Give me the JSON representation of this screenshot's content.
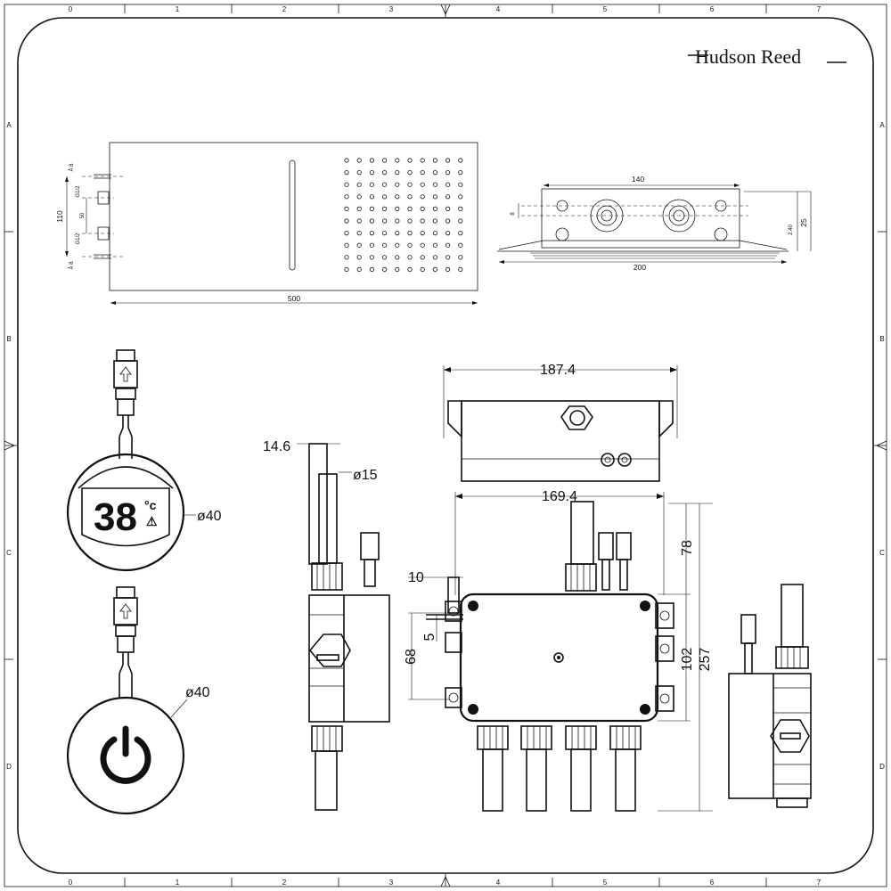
{
  "brand": {
    "name": "Hudson Reed"
  },
  "grid": {
    "top_numbers": [
      "0",
      "1",
      "2",
      "3",
      "4",
      "5",
      "6",
      "7"
    ],
    "bottom_numbers": [
      "0",
      "1",
      "2",
      "3",
      "4",
      "5",
      "6",
      "7"
    ],
    "left_letters": [
      "A",
      "B",
      "C",
      "D"
    ],
    "right_letters": [
      "A",
      "B",
      "C",
      "D"
    ]
  },
  "shower_head": {
    "width_dim": "500",
    "height_dim": "110",
    "inlet_spacing": "50",
    "left_labels": [
      "Å 8",
      "G1/2",
      "G1/2",
      "Å 8"
    ]
  },
  "shower_side": {
    "top_dim": "140",
    "bottom_dim": "200",
    "dim_8": "8",
    "dim_240": "2.40",
    "dim_25": "25"
  },
  "temp_controller": {
    "display": "38",
    "unit": "°c",
    "warning": "⚠",
    "diameter": "ø40"
  },
  "power_button": {
    "diameter": "ø40"
  },
  "valve_side": {
    "dim_146": "14.6",
    "dim_15": "ø15"
  },
  "valve_top": {
    "width_dim": "187.4"
  },
  "valve_front": {
    "width_dim": "169.4",
    "dim_10": "10",
    "dim_5": "5",
    "dim_68": "68",
    "dim_78": "78",
    "dim_102": "102",
    "dim_257": "257"
  }
}
